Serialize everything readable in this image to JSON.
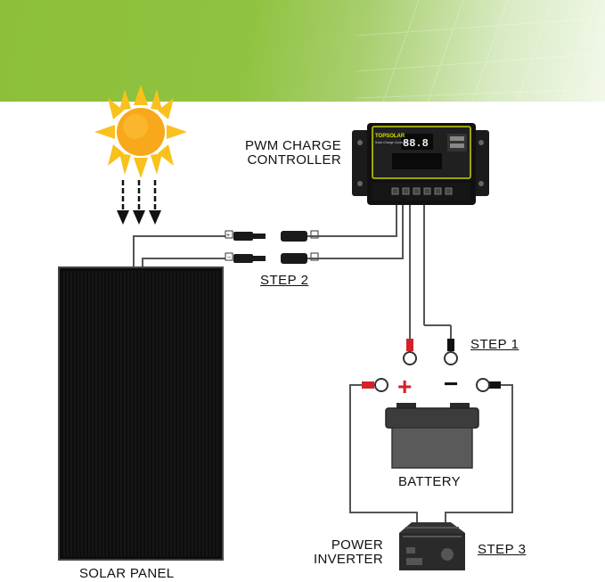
{
  "banner": {
    "colors": [
      "#8dbf3b",
      "#f2f8ea"
    ]
  },
  "labels": {
    "controller_line1": "PWM CHARGE",
    "controller_line2": "CONTROLLER",
    "solar_panel": "SOLAR PANEL",
    "battery": "BATTERY",
    "inverter_line1": "POWER",
    "inverter_line2": "INVERTER"
  },
  "steps": {
    "step1": "STEP 1",
    "step2": "STEP 2",
    "step3": "STEP 3"
  },
  "controller": {
    "brand": "TOPSOLAR",
    "subtitle": "Solar Charge Controller",
    "display": "88.8"
  },
  "polarity": {
    "plus": "+",
    "minus": "−"
  },
  "connector_marks": {
    "plus": "+",
    "minus": "−"
  },
  "icons": [
    "sun-icon",
    "arrow-down-icon",
    "usb-port-icon",
    "battery-icon",
    "inverter-icon"
  ],
  "colors": {
    "sun": "#f7a81b",
    "red_terminal": "#d3222a",
    "wire": "#555555",
    "panel": "#111111"
  }
}
